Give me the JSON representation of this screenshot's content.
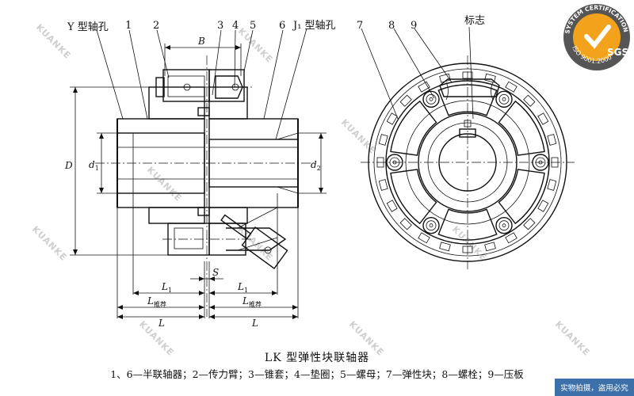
{
  "side_view": {
    "title_y_bore": "Y 型轴孔",
    "title_j1_bore": "J₁ 型轴孔",
    "part_numbers": [
      "1",
      "2",
      "3",
      "4",
      "5",
      "6"
    ],
    "dim_B": "B",
    "dim_D": "D",
    "dim_d1": "d",
    "dim_d1_sub": "1",
    "dim_d2": "d",
    "dim_d2_sub": "2",
    "dim_S": "S",
    "dim_L1_left": "L",
    "dim_L1_left_sub": "1",
    "dim_L1_right": "L",
    "dim_L1_right_sub": "1",
    "dim_Lrec_left": "L",
    "dim_Lrec_left_sub": "推荐",
    "dim_Lrec_right": "L",
    "dim_Lrec_right_sub": "推荐",
    "dim_L_left": "L",
    "dim_L_right": "L"
  },
  "front_view": {
    "part_numbers": [
      "7",
      "8",
      "9"
    ],
    "mark_label": "标志"
  },
  "caption": {
    "title": "LK 型弹性块联轴器",
    "legend": "1、6—半联轴器；2—传力臂；3—锥套；4—垫圈；5—螺母；7—弹性块；8—螺栓；9—压板"
  },
  "watermark": "KUANKE",
  "certification": {
    "ring_text": "SYSTEM CERTIFICATION",
    "iso_text": "ISO 9001:2000",
    "brand": "SGS"
  },
  "banner": "实物拍摄，盗用必究",
  "colors": {
    "line": "#111111",
    "watermark": "#cfcfcf",
    "banner": "#3d6fa8",
    "logo_gray": "#555555",
    "logo_orange": "#f2a31b"
  }
}
